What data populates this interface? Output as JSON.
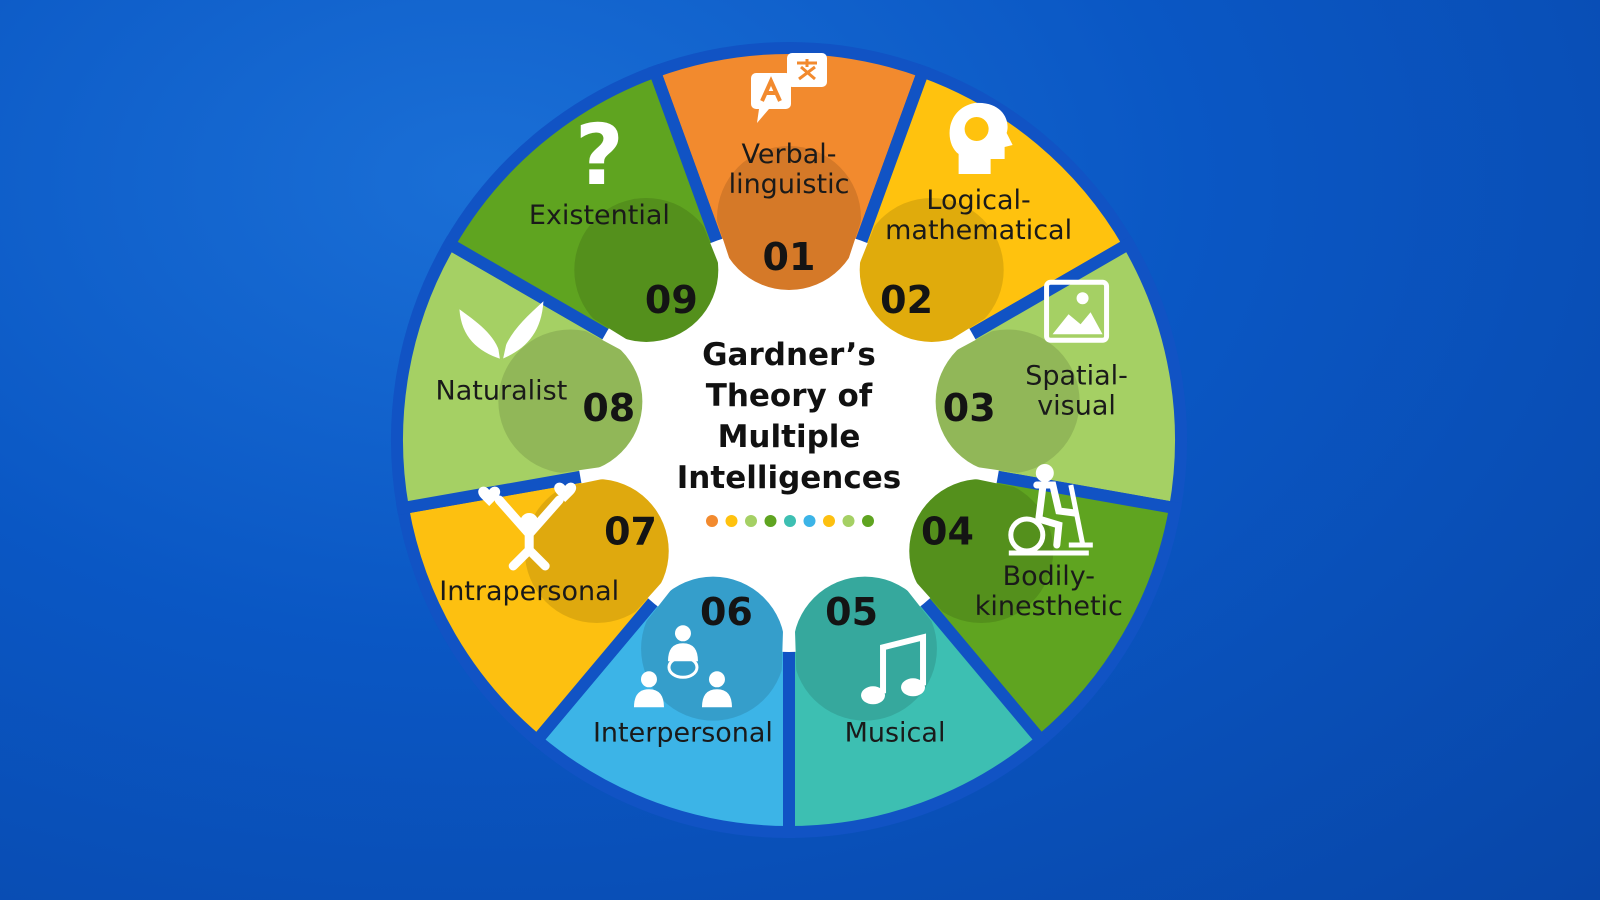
{
  "title_lines": [
    "Gardner’s",
    "Theory of",
    "Multiple",
    "Intelligences"
  ],
  "colors": {
    "background": "#0a57c4",
    "gap": "#1153c4",
    "center": "#ffffff"
  },
  "segments": [
    {
      "number": "01",
      "label_lines": [
        "Verbal-",
        "linguistic"
      ],
      "icon": "translate-speech-icon",
      "color": "#F28A2E"
    },
    {
      "number": "02",
      "label_lines": [
        "Logical-",
        "mathematical"
      ],
      "icon": "head-puzzle-icon",
      "color": "#FFC20E"
    },
    {
      "number": "03",
      "label_lines": [
        "Spatial-",
        "visual"
      ],
      "icon": "picture-icon",
      "color": "#A5D064"
    },
    {
      "number": "04",
      "label_lines": [
        "Bodily-",
        "kinesthetic"
      ],
      "icon": "exercise-bike-icon",
      "color": "#5FA420"
    },
    {
      "number": "05",
      "label_lines": [
        "Musical"
      ],
      "icon": "music-note-icon",
      "color": "#3DBFB2"
    },
    {
      "number": "06",
      "label_lines": [
        "Interpersonal"
      ],
      "icon": "people-conversation-icon",
      "color": "#3CB4E7"
    },
    {
      "number": "07",
      "label_lines": [
        "Intrapersonal"
      ],
      "icon": "person-hearts-icon",
      "color": "#FDC010"
    },
    {
      "number": "08",
      "label_lines": [
        "Naturalist"
      ],
      "icon": "leaf-icon",
      "color": "#A5D064"
    },
    {
      "number": "09",
      "label_lines": [
        "Existential"
      ],
      "icon": "question-mark-icon",
      "color": "#5FA420"
    }
  ]
}
